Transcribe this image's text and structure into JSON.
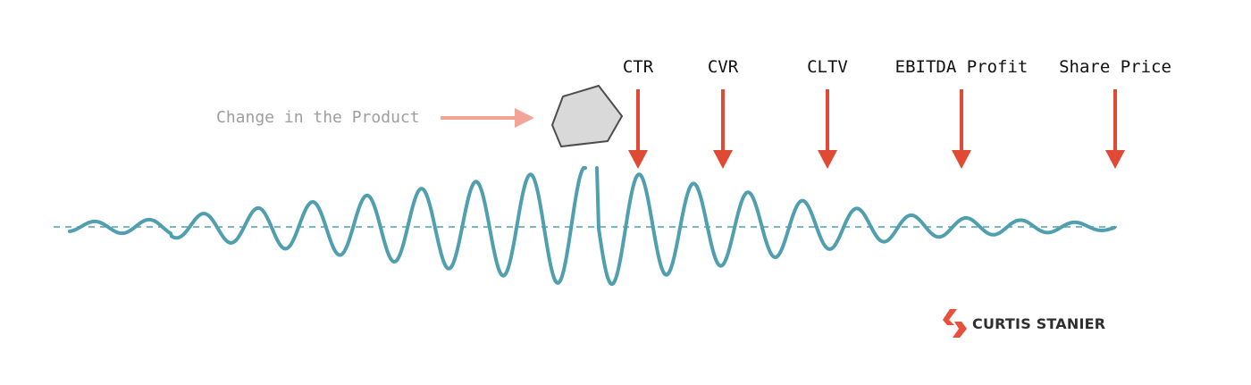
{
  "cause": {
    "label": "Change in the Product",
    "label_color": "#9e9e9e",
    "arrow_color": "#f2a596",
    "rock_fill": "#d9d9d9",
    "rock_stroke": "#4d4d4d"
  },
  "metrics": [
    {
      "label": "CTR"
    },
    {
      "label": "CVR"
    },
    {
      "label": "CLTV"
    },
    {
      "label": "EBITDA Profit"
    },
    {
      "label": "Share Price"
    }
  ],
  "metric_arrow_color": "#e04a35",
  "wave": {
    "color": "#4f9fae",
    "baseline_color": "#4f9fae",
    "baseline_style": "dashed"
  },
  "brand": {
    "name": "CURTIS STANIER",
    "logo_icon": "curtis-stanier-logo-icon",
    "logo_color": "#e8503a",
    "text_color": "#2f2f2f"
  }
}
